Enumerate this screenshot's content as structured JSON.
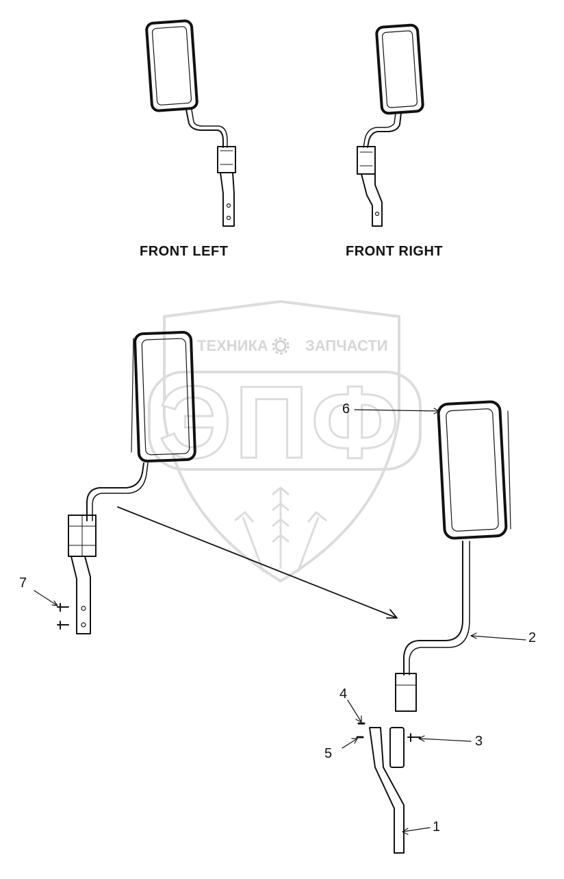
{
  "captions": {
    "front_left": "FRONT LEFT",
    "front_right": "FRONT RIGHT"
  },
  "watermark": {
    "line1_left": "ТЕХНИКА",
    "line1_right": "ЗАПЧАСТИ",
    "logo": "ЭПФ"
  },
  "callouts": {
    "c1": "1",
    "c2": "2",
    "c3": "3",
    "c4": "4",
    "c5": "5",
    "c6": "6",
    "c7": "7"
  },
  "colors": {
    "line": "#111111",
    "watermark": "#d6d6d6"
  }
}
